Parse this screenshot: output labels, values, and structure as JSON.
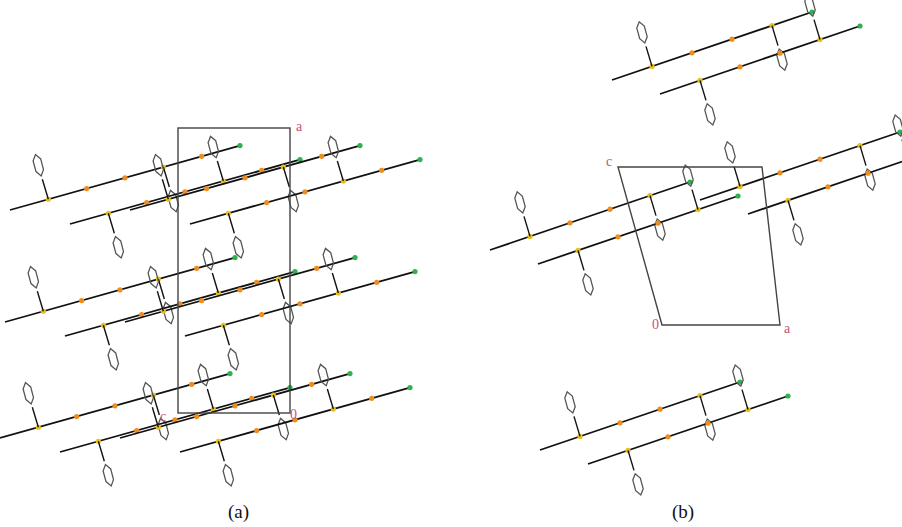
{
  "diagram": {
    "labels": [
      "a",
      "c",
      "0",
      "c",
      "0",
      "a",
      "(a)",
      "(b)"
    ]
  }
}
